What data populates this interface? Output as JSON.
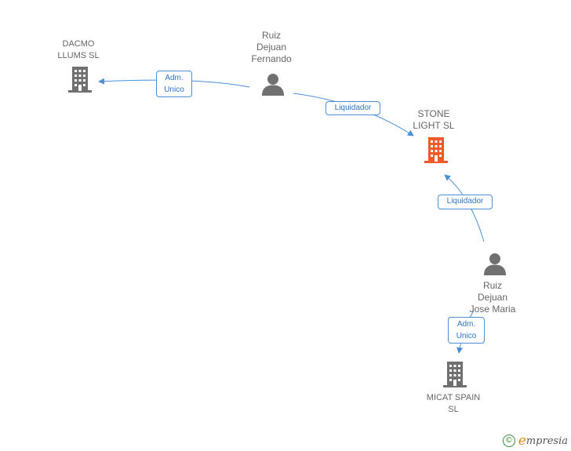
{
  "nodes": {
    "dacmo": {
      "label": "DACMO\nLLUMS SL",
      "type": "company",
      "color": "#707070"
    },
    "stone": {
      "label": "STONE\nLIGHT SL",
      "type": "company",
      "color": "#f05a28"
    },
    "micat": {
      "label": "MICAT SPAIN\nSL",
      "type": "company",
      "color": "#707070"
    },
    "fernando": {
      "label": "Ruiz\nDejuan\nFernando",
      "type": "person",
      "color": "#707070"
    },
    "josemaria": {
      "label": "Ruiz\nDejuan\nJose Maria",
      "type": "person",
      "color": "#707070"
    }
  },
  "edges": {
    "e1": {
      "label": "Adm.\nUnico",
      "from": "fernando",
      "to": "dacmo"
    },
    "e2": {
      "label": "Liquidador",
      "from": "fernando",
      "to": "stone"
    },
    "e3": {
      "label": "Liquidador",
      "from": "josemaria",
      "to": "stone"
    },
    "e4": {
      "label": "Adm.\nUnico",
      "from": "josemaria",
      "to": "micat"
    }
  },
  "colors": {
    "edge": "#4a8fd8",
    "edge_text": "#2f73c6"
  },
  "footer": {
    "copyright": "©",
    "brand_initial": "e",
    "brand_rest": "mpresia"
  }
}
